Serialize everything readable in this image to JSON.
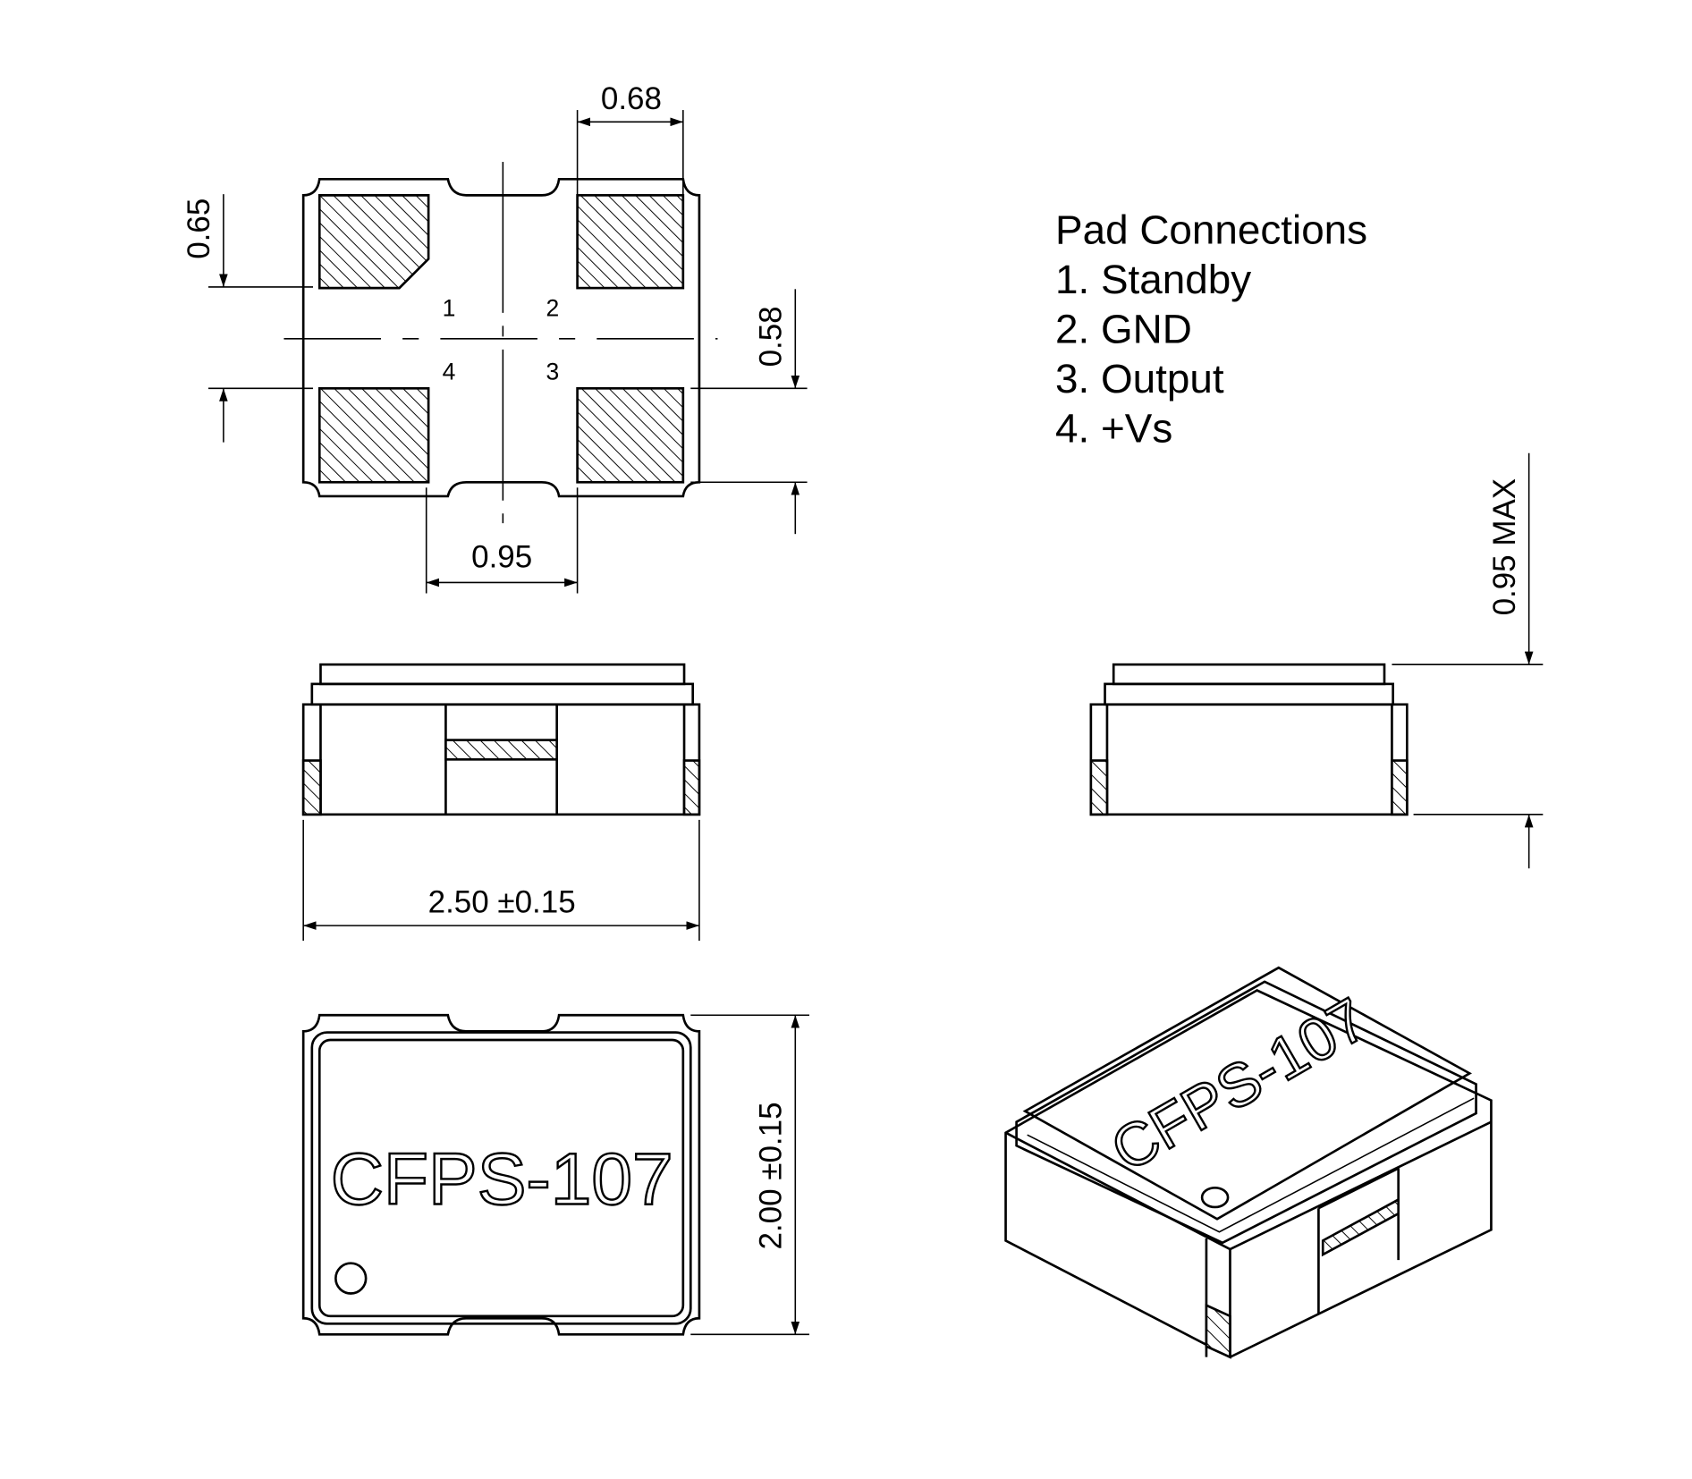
{
  "top_view": {
    "pad_numbers": [
      "1",
      "2",
      "3",
      "4"
    ],
    "dim_pad_width": "0.68",
    "dim_pad_height": "0.65",
    "dim_pad_gap_vertical": "0.58",
    "dim_pad_gap_horizontal": "0.95"
  },
  "side_view": {
    "dim_length": "2.50 ±0.15",
    "dim_height": "0.95 MAX"
  },
  "bottom_view": {
    "marking": "CFPS-107",
    "dim_width": "2.00 ±0.15"
  },
  "iso_view": {
    "marking": "CFPS-107"
  },
  "pad_connections": {
    "title": "Pad Connections",
    "items": [
      "1. Standby",
      "2. GND",
      "3. Output",
      "4. +Vs"
    ]
  }
}
